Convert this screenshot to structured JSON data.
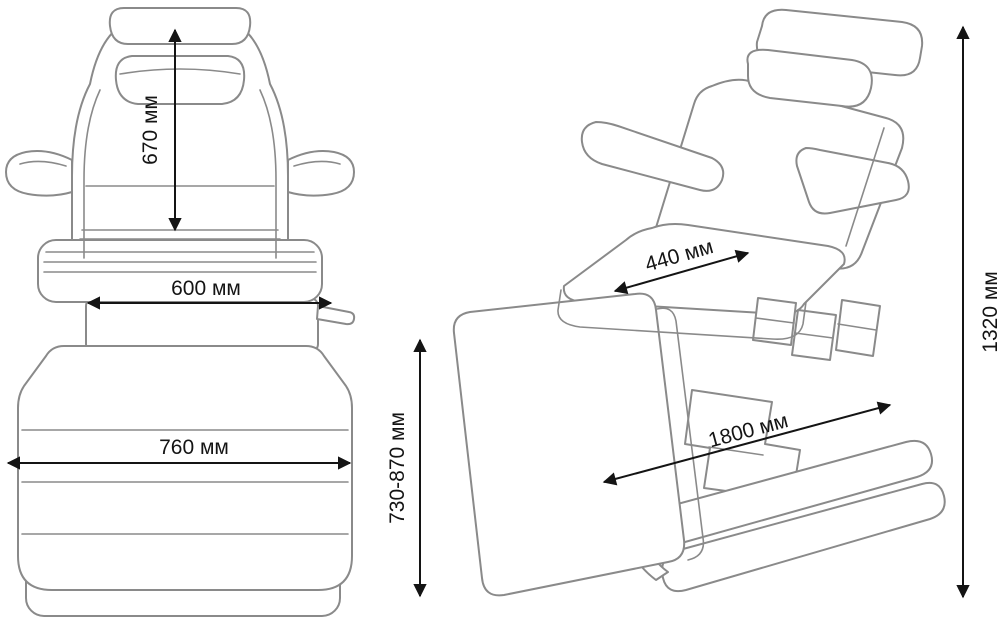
{
  "colors": {
    "background": "#ffffff",
    "drawing_line": "#8a8a8a",
    "dimension": "#141414"
  },
  "dimensions": {
    "backrest_height": {
      "label": "670 мм"
    },
    "seat_width": {
      "label": "600 мм"
    },
    "lower_cushion_width": {
      "label": "760 мм"
    },
    "height_adjustment_range": {
      "label": "730-870 мм"
    },
    "seat_depth": {
      "label": "440 мм"
    },
    "overall_length": {
      "label": "1800 мм"
    },
    "overall_height": {
      "label": "1320 мм"
    }
  }
}
